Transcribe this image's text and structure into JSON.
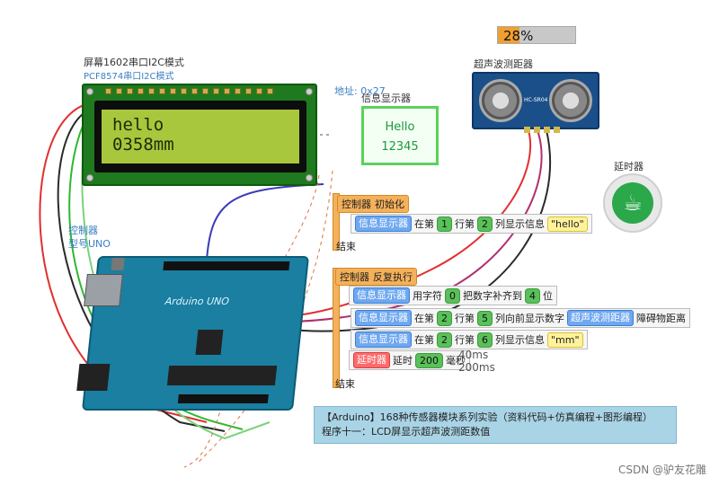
{
  "progress": {
    "value": 0.28,
    "label": "28%"
  },
  "lcd": {
    "title": "屏幕1602串口I2C模式",
    "subtitle": "PCF8574串口I2C模式",
    "address": "地址: 0x27",
    "line1": "hello",
    "line2": "0358mm"
  },
  "info_display": {
    "title": "信息显示器",
    "line1": "Hello",
    "line2": "12345"
  },
  "ultrasonic": {
    "title": "超声波测距器",
    "chip_label": "HC-SR04"
  },
  "timer": {
    "title": "延时器",
    "icon": "teacup-icon"
  },
  "controller": {
    "title": "控制器",
    "model": "型号UNO",
    "board_label": "Arduino UNO"
  },
  "code": {
    "init_hat": {
      "device": "控制器",
      "action": "初始化"
    },
    "init_row": {
      "device": "信息显示器",
      "t1": "在第",
      "row": "1",
      "t2": "行第",
      "col": "2",
      "t3": "列显示信息",
      "text": "\"hello\""
    },
    "end1": "结束",
    "loop_hat": {
      "device": "控制器",
      "action": "反复执行"
    },
    "row1": {
      "device": "信息显示器",
      "t1": "用字符",
      "ch": "0",
      "t2": "把数字补齐到",
      "n": "4",
      "t3": "位"
    },
    "row2": {
      "device": "信息显示器",
      "t1": "在第",
      "row": "2",
      "t2": "行第",
      "col": "5",
      "t3": "列向前显示数字",
      "sensor": "超声波测距器",
      "t4": "障碍物距离"
    },
    "row3": {
      "device": "信息显示器",
      "t1": "在第",
      "row": "2",
      "t2": "行第",
      "col": "6",
      "t3": "列显示信息",
      "text": "\"mm\""
    },
    "delay": {
      "device": "延时器",
      "t1": "延时",
      "ms": "200",
      "t2": "毫秒"
    },
    "delay_hint1": "40ms",
    "delay_hint2": "200ms",
    "end2": "结束"
  },
  "note": {
    "line1": "【Arduino】168种传感器模块系列实验（资料代码+仿真编程+图形编程）",
    "line2": "程序十一：LCD屏显示超声波测距数值"
  },
  "watermark": "CSDN @驴友花雕"
}
